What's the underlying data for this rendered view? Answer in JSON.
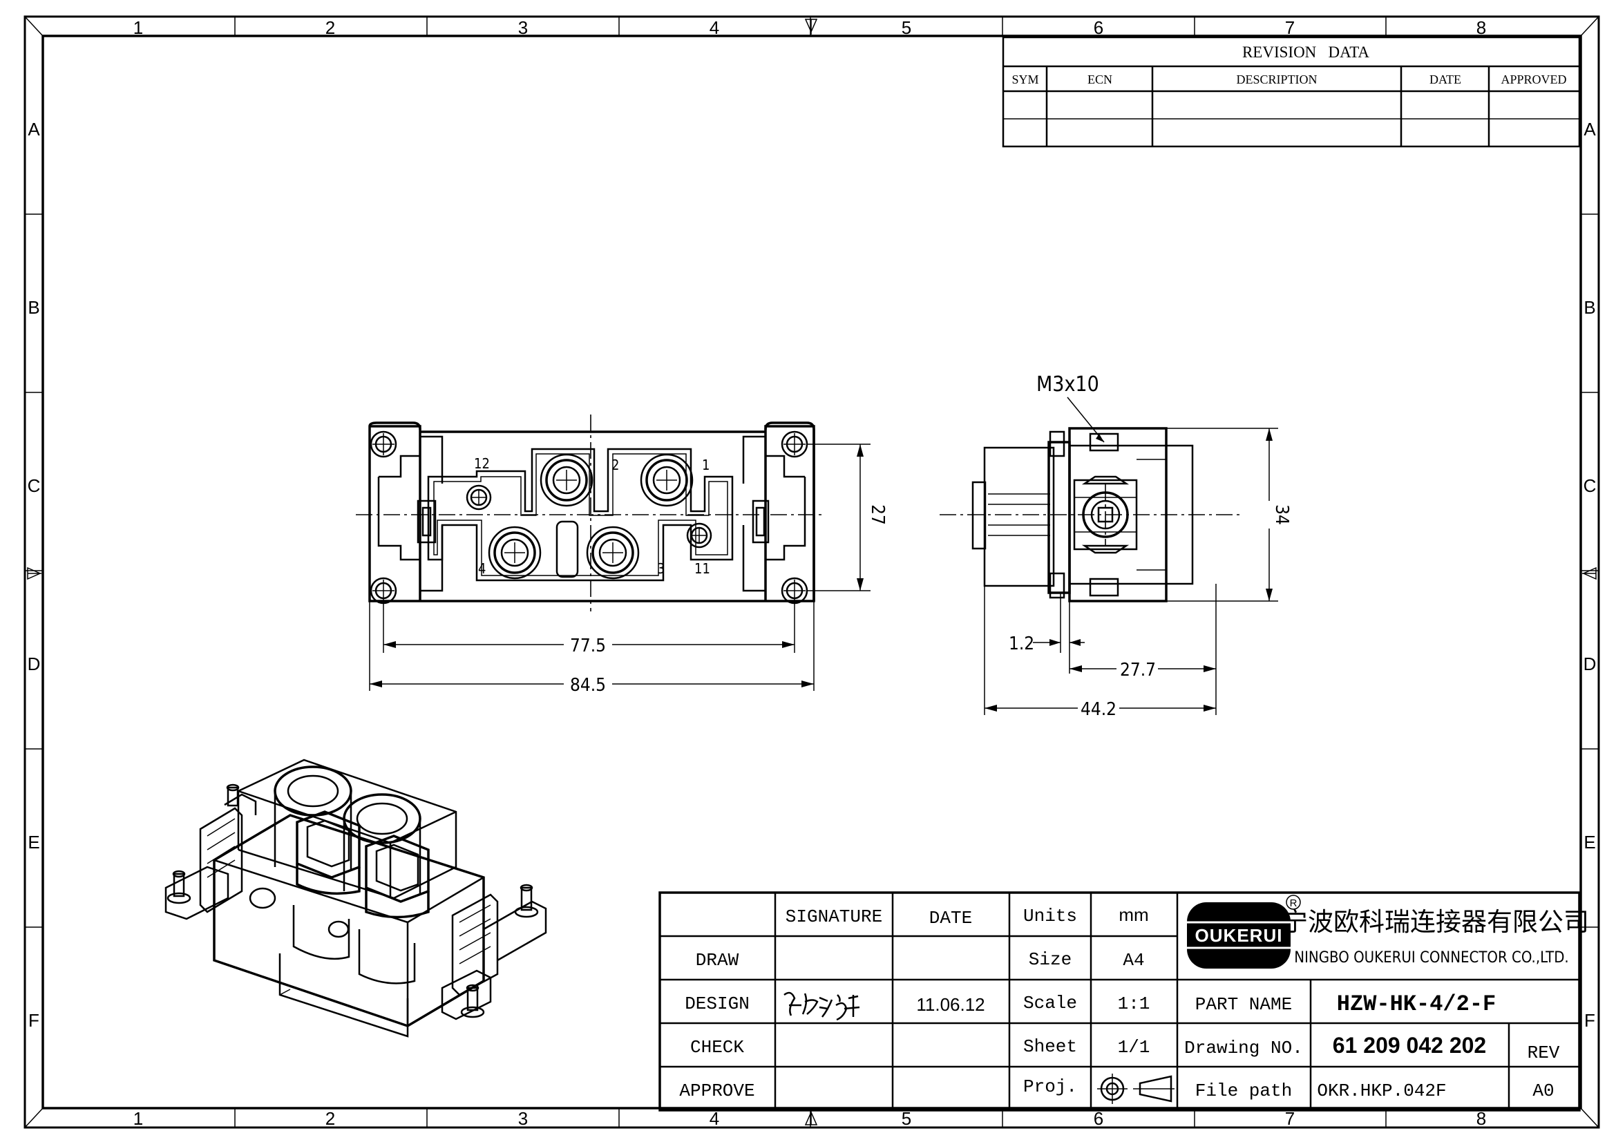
{
  "frame": {
    "columns": [
      "1",
      "2",
      "3",
      "4",
      "5",
      "6",
      "7",
      "8"
    ],
    "rows": [
      "A",
      "B",
      "C",
      "D",
      "E",
      "F"
    ]
  },
  "revision": {
    "title": "REVISION   DATA",
    "headers": [
      "SYM",
      "ECN",
      "DESCRIPTION",
      "DATE",
      "APPROVED"
    ]
  },
  "dimensions": {
    "front_height": "27",
    "front_inner_width": "77.5",
    "front_outer_width": "84.5",
    "screw_callout": "M3x10",
    "side_height": "34",
    "side_offset": "1.2",
    "side_depth": "27.7",
    "side_total": "44.2"
  },
  "pin_labels": [
    "1",
    "2",
    "3",
    "4",
    "11",
    "12"
  ],
  "title_block": {
    "signature_header": "SIGNATURE",
    "date_header": "DATE",
    "roles": [
      "DRAW",
      "DESIGN",
      "CHECK",
      "APPROVE"
    ],
    "design_date": "11.06.12",
    "fields": {
      "units_label": "Units",
      "units_value": "mm",
      "size_label": "Size",
      "size_value": "A4",
      "scale_label": "Scale",
      "scale_value": "1:1",
      "sheet_label": "Sheet",
      "sheet_value": "1/1",
      "proj_label": "Proj."
    },
    "company_cn": "宁波欧科瑞连接器有限公司",
    "company_en": "NINGBO OUKERUI CONNECTOR CO.,LTD.",
    "logo_text": "OUKERUI",
    "logo_mark": "R",
    "part_name_label": "PART NAME",
    "part_name": "HZW-HK-4/2-F",
    "drawing_no_label": "Drawing NO.",
    "drawing_no": "61 209 042 202",
    "file_path_label": "File path",
    "file_path": "OKR.HKP.042F",
    "rev_label": "REV",
    "rev_value": "A0"
  },
  "colors": {
    "ink": "#000000",
    "paper": "#ffffff"
  }
}
